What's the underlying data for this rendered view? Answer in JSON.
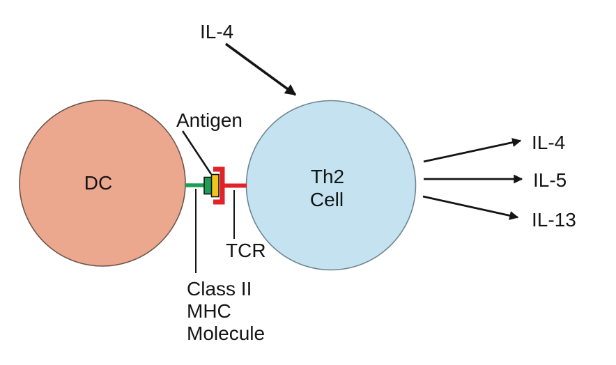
{
  "diagram": {
    "background": "#ffffff",
    "cells": {
      "dc": {
        "label": "DC",
        "fill": "#ECA78F",
        "stroke": "#6B564B"
      },
      "th2": {
        "label_line1": "Th2",
        "label_line2": "Cell",
        "fill": "#C4E2EF",
        "stroke": "#6E8591"
      }
    },
    "synapse": {
      "mhc": {
        "color": "#1F9D55",
        "label_line1": "Class II",
        "label_line2": "MHC",
        "label_line3": "Molecule"
      },
      "antigen": {
        "color": "#F2C51D",
        "label": "Antigen"
      },
      "tcr": {
        "color": "#E12228",
        "label": "TCR"
      }
    },
    "input_signal": {
      "label": "IL-4"
    },
    "outputs": [
      {
        "label": "IL-4"
      },
      {
        "label": "IL-5"
      },
      {
        "label": "IL-13"
      }
    ]
  }
}
